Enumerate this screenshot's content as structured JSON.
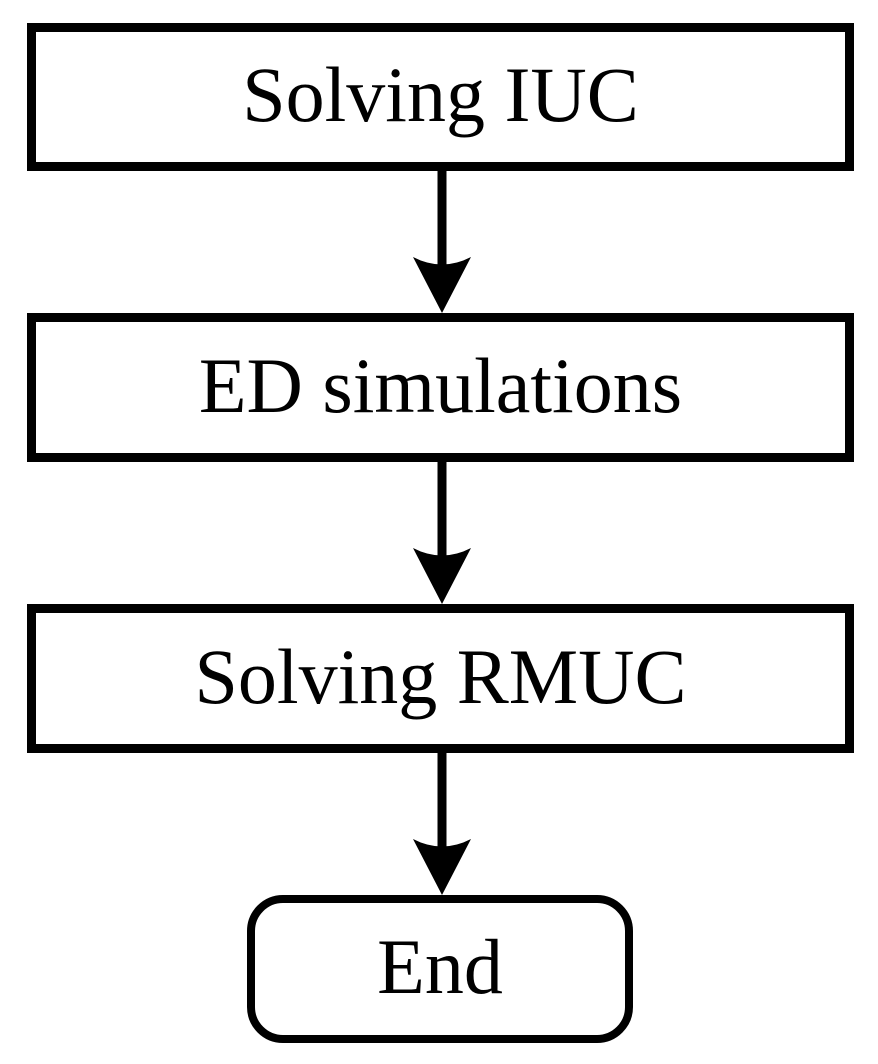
{
  "diagram": {
    "type": "flowchart",
    "direction": "top-down",
    "colors": {
      "stroke": "#000000",
      "node_fill": "#ffffff",
      "text": "#000000",
      "background": "#ffffff"
    },
    "nodes": [
      {
        "id": "solving-iuc",
        "label": "Solving IUC",
        "shape": "rectangle"
      },
      {
        "id": "ed-simulations",
        "label": "ED simulations",
        "shape": "rectangle"
      },
      {
        "id": "solving-rmuc",
        "label": "Solving RMUC",
        "shape": "rectangle"
      },
      {
        "id": "end",
        "label": "End",
        "shape": "rounded-rectangle"
      }
    ],
    "edges": [
      {
        "from": "solving-iuc",
        "to": "ed-simulations",
        "style": "solid",
        "arrowhead": "filled-triangle-down"
      },
      {
        "from": "ed-simulations",
        "to": "solving-rmuc",
        "style": "solid",
        "arrowhead": "filled-triangle-down"
      },
      {
        "from": "solving-rmuc",
        "to": "end",
        "style": "solid",
        "arrowhead": "filled-triangle-down"
      }
    ]
  }
}
